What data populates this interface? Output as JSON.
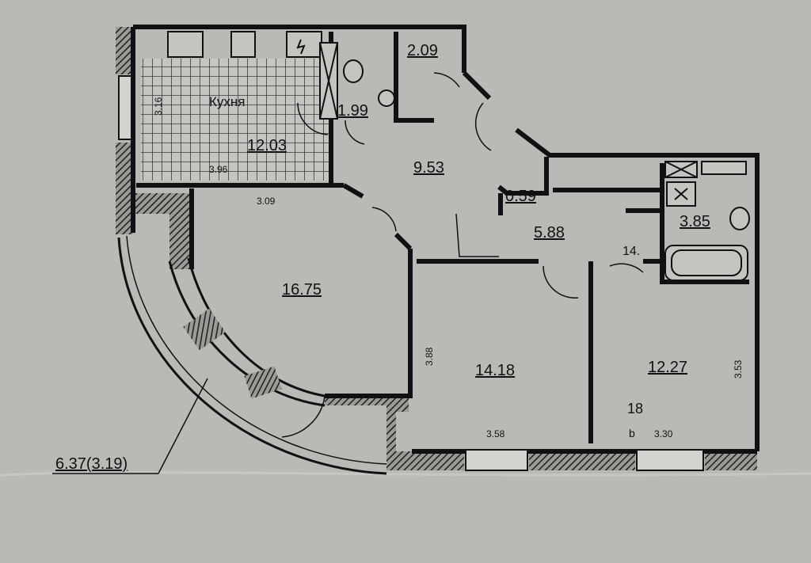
{
  "plan": {
    "rooms": {
      "kitchen_label": "Кухня",
      "kitchen_area": "12.03",
      "bath_small_area": "1.99",
      "closet_area": "2.09",
      "hall_area": "9.53",
      "wardrobe_area": "0.59",
      "corridor_area": "5.88",
      "bathroom_area": "3.85",
      "living_area": "16.75",
      "bedroom1_area": "14.18",
      "bedroom2_area": "12.27",
      "balcony_area": "6.37(3.19)"
    },
    "dimensions": {
      "kitchen_height": "3.16",
      "kitchen_width": "3.96",
      "living_width": "3.09",
      "bedroom1_height": "3.88",
      "bedroom1_width": "3.58",
      "bedroom2_height": "3.53",
      "bedroom2_width": "3.30"
    },
    "marks": {
      "mark_14": "14.",
      "mark_18": "18"
    },
    "colors": {
      "paper": "#b9bab5",
      "wall": "#111111",
      "hatch": "#2a2a2a",
      "tile": "#3a3a3a"
    }
  }
}
